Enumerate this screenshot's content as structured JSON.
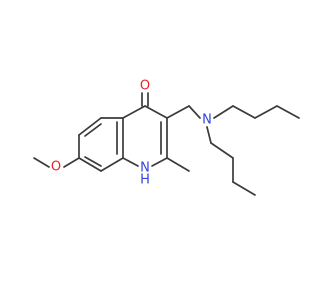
{
  "molecule": {
    "atoms": {
      "oxygen_ketone": {
        "label": "O",
        "color": "#e8232a"
      },
      "oxygen_methoxy": {
        "label": "O",
        "color": "#e8232a"
      },
      "nitrogen_amine": {
        "label": "N",
        "color": "#3344dd"
      },
      "nitrogen_ring_symbol": {
        "label": "N",
        "color": "#3344dd"
      },
      "nitrogen_ring_h": {
        "label": "H",
        "color": "#3344dd"
      }
    },
    "bond_color": "#3a3a3a"
  }
}
